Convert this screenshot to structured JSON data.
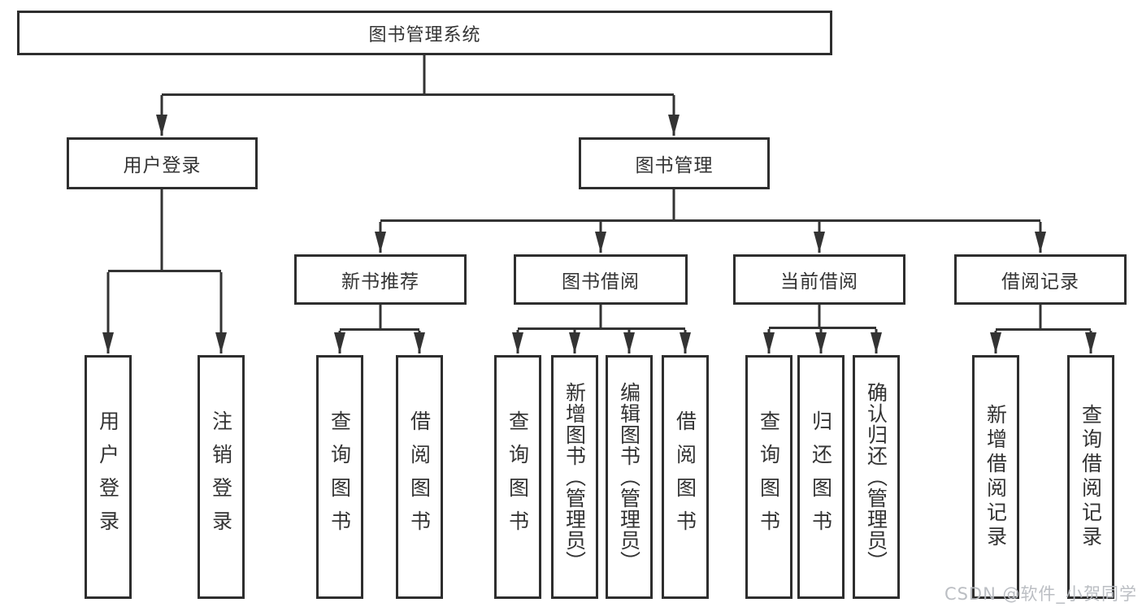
{
  "diagram": {
    "root": {
      "label": "图书管理系统"
    },
    "branches": [
      {
        "label": "用户登录",
        "children": [
          {
            "label": "用户登录"
          },
          {
            "label": "注销登录"
          }
        ]
      },
      {
        "label": "图书管理",
        "children": [
          {
            "label": "新书推荐",
            "children": [
              {
                "label": "查询图书"
              },
              {
                "label": "借阅图书"
              }
            ]
          },
          {
            "label": "图书借阅",
            "children": [
              {
                "label": "查询图书"
              },
              {
                "label": "新增图书（管理员）"
              },
              {
                "label": "编辑图书（管理员）"
              },
              {
                "label": "借阅图书"
              }
            ]
          },
          {
            "label": "当前借阅",
            "children": [
              {
                "label": "查询图书"
              },
              {
                "label": "归还图书"
              },
              {
                "label": "确认归还（管理员）"
              }
            ]
          },
          {
            "label": "借阅记录",
            "children": [
              {
                "label": "新增借阅记录"
              },
              {
                "label": "查询借阅记录"
              }
            ]
          }
        ]
      }
    ]
  },
  "watermark": {
    "text": "CSDN @软件_小贺同学"
  },
  "colors": {
    "line": "#333333",
    "border": "#2e2e2e",
    "background": "#ffffff",
    "watermark": "#b7bbc0"
  }
}
